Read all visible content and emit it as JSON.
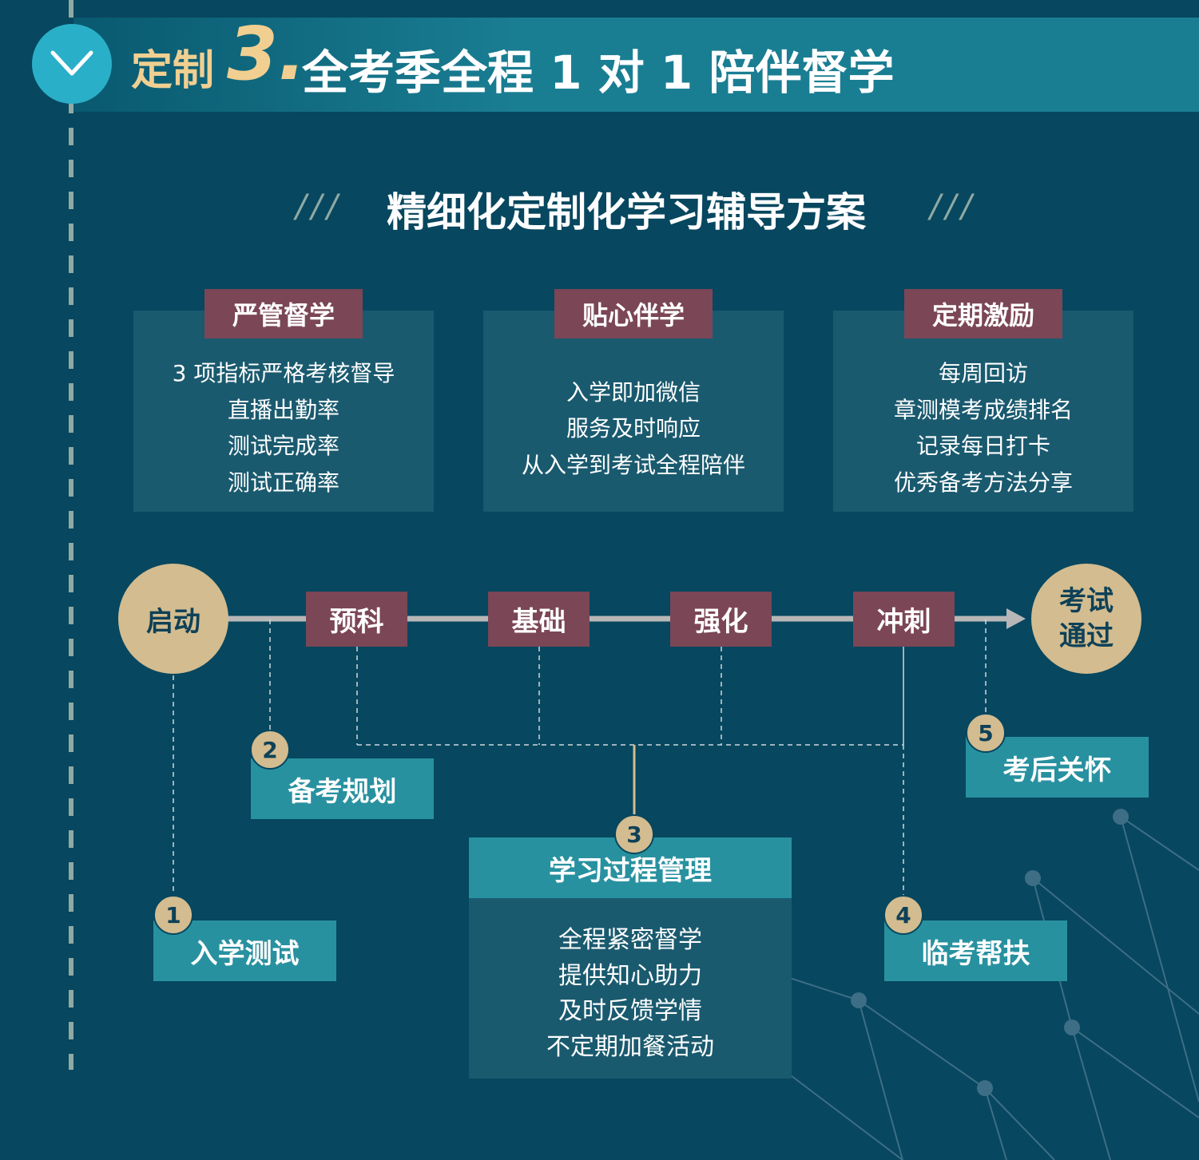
{
  "header": {
    "prefix": "定制",
    "number": "3.",
    "title": "全考季全程 1 对 1 陪伴督学",
    "icon": "chevron-down-icon"
  },
  "section": {
    "title": "精细化定制化学习辅导方案",
    "decor": "///"
  },
  "cards": [
    {
      "label": "严管督学",
      "lines": [
        "3 项指标严格考核督导",
        "直播出勤率",
        "测试完成率",
        "测试正确率"
      ]
    },
    {
      "label": "贴心伴学",
      "lines": [
        "入学即加微信",
        "服务及时响应",
        "从入学到考试全程陪伴"
      ]
    },
    {
      "label": "定期激励",
      "lines": [
        "每周回访",
        "章测模考成绩排名",
        "记录每日打卡",
        "优秀备考方法分享"
      ]
    }
  ],
  "flow": {
    "start": "启动",
    "steps": [
      "预科",
      "基础",
      "强化",
      "冲刺"
    ],
    "end_line1": "考试",
    "end_line2": "通过"
  },
  "services": [
    {
      "num": "1",
      "label": "入学测试"
    },
    {
      "num": "2",
      "label": "备考规划"
    },
    {
      "num": "3",
      "label": "学习过程管理",
      "lines": [
        "全程紧密督学",
        "提供知心助力",
        "及时反馈学情",
        "不定期加餐活动"
      ]
    },
    {
      "num": "4",
      "label": "临考帮扶"
    },
    {
      "num": "5",
      "label": "考后关怀"
    }
  ],
  "colors": {
    "background": "#07475f",
    "accent_gold": "#f1cf91",
    "maroon": "#7b4656",
    "teal": "#2891a0",
    "beige": "#d3bc8f"
  }
}
